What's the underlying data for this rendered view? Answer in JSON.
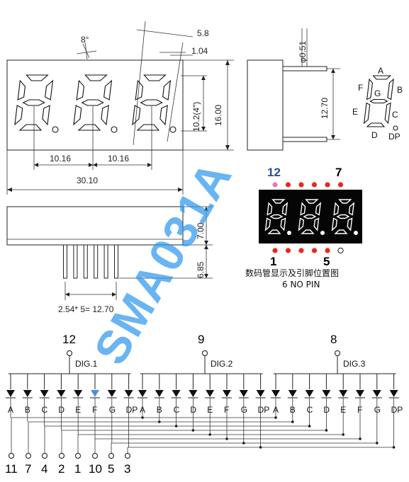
{
  "watermark": "SMA031A",
  "front_view": {
    "angle": "8°",
    "dim_thickness": "5.8",
    "dim_stroke": "1.04",
    "dim_digit_height": "10.2(4\")",
    "dim_height": "16.00",
    "dim_pitch_1": "10.16",
    "dim_pitch_2": "10.16",
    "dim_width": "30.10"
  },
  "side_view": {
    "dim_pin_dia": "φ0.51",
    "dim_pin_span": "12.70"
  },
  "bottom_view": {
    "dim_body": "7.00",
    "dim_pin_len": "6.85",
    "dim_pin_pitch": "2.54* 5= 12.70"
  },
  "segment_legend": [
    "A",
    "B",
    "C",
    "D",
    "E",
    "F",
    "G",
    "DP"
  ],
  "pin_view": {
    "pin_top_left": "12",
    "pin_top_right": "7",
    "pin_bottom_left": "1",
    "pin_bottom_right": "5",
    "caption": "数码管显示及引脚位置图",
    "subcaption": "6 NO PIN",
    "colors": {
      "pin_active": "#e8271f",
      "pin_first": "#e27ab2",
      "panel": "#050505"
    }
  },
  "circuit": {
    "digits": [
      {
        "label": "DIG.1",
        "pin": "12"
      },
      {
        "label": "DIG.2",
        "pin": "9"
      },
      {
        "label": "DIG.3",
        "pin": "8"
      }
    ],
    "segments": [
      "A",
      "B",
      "C",
      "D",
      "E",
      "F",
      "G",
      "DP"
    ],
    "bottom_pins": [
      "11",
      "7",
      "4",
      "2",
      "1",
      "10",
      "5",
      "3"
    ]
  }
}
